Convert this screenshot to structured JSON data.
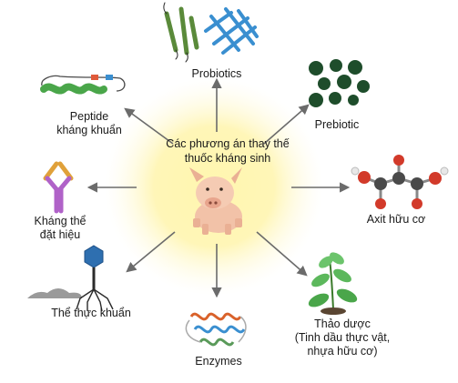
{
  "center": {
    "lines": [
      "Các phương án thay thế",
      "thuốc kháng sinh"
    ],
    "icon": "pig-icon"
  },
  "nodes": [
    {
      "id": "probiotics",
      "lines": [
        "Probiotics"
      ],
      "icon": "bacteria-icon"
    },
    {
      "id": "prebiotic",
      "lines": [
        "Prebiotic"
      ],
      "icon": "granules-icon"
    },
    {
      "id": "organic-acid",
      "lines": [
        "Axit hữu cơ"
      ],
      "icon": "molecule-icon"
    },
    {
      "id": "herbs",
      "lines": [
        "Thảo dược",
        "(Tinh dầu thực vật,",
        "nhựa hữu cơ)"
      ],
      "icon": "plant-icon"
    },
    {
      "id": "enzymes",
      "lines": [
        "Enzymes"
      ],
      "icon": "protein-icon"
    },
    {
      "id": "bacteriophage",
      "lines": [
        "Thể thực khuẩn"
      ],
      "icon": "bacteriophage-icon"
    },
    {
      "id": "antibody",
      "lines": [
        "Kháng thể",
        "đặt hiệu"
      ],
      "icon": "antibody-icon"
    },
    {
      "id": "peptide",
      "lines": [
        "Peptide",
        "kháng khuẩn"
      ],
      "icon": "peptide-icon"
    }
  ],
  "colors": {
    "glow": "#fff3a0",
    "arrow": "#6b6b6b",
    "pig": "#f2c2a8",
    "green": "#4aa64a",
    "dark_green": "#1e4d2b",
    "blue": "#3a8fd0",
    "red": "#d23a2a"
  }
}
